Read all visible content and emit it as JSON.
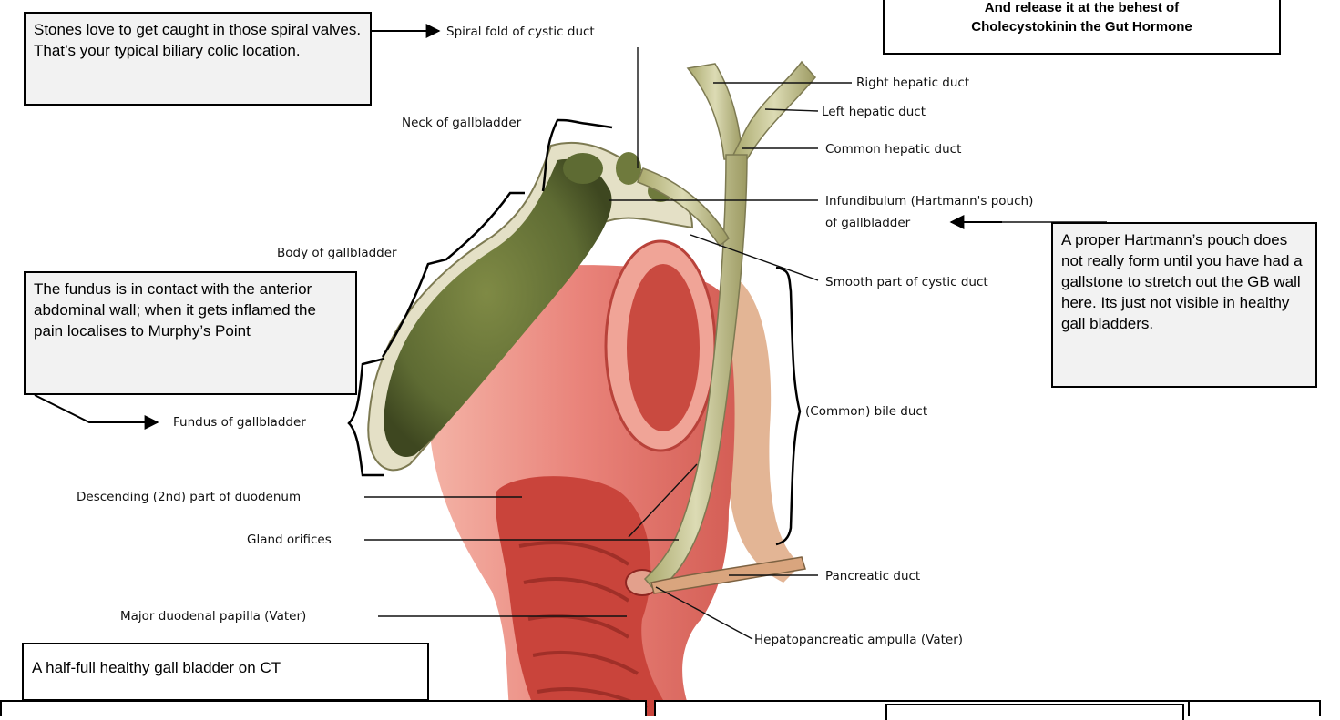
{
  "notes": {
    "top_right_line1": "And release it at the behest of",
    "top_right_line2": "Cholecystokinin the Gut Hormone",
    "spiral_stones": "Stones love to get caught in those spiral valves. That’s your typical biliary colic location.",
    "fundus_contact": "The fundus is in contact with the anterior abdominal wall; when it gets inflamed the pain localises to Murphy’s Point",
    "hartmann_pouch": "A proper Hartmann’s pouch does not really form until you have had a gallstone to stretch out the GB wall here. Its just not visible in healthy gall bladders.",
    "ct_caption": "A half-full healthy gall bladder on CT"
  },
  "labels": {
    "spiral_fold": "Spiral fold of cystic duct",
    "right_hepatic": "Right hepatic duct",
    "left_hepatic": "Left hepatic duct",
    "common_hepatic": "Common hepatic duct",
    "neck": "Neck of gallbladder",
    "infundibulum_1": "Infundibulum (Hartmann's pouch)",
    "infundibulum_2": "of gallbladder",
    "body": "Body of gallbladder",
    "smooth_part": "Smooth part of cystic duct",
    "common_bile": "(Common) bile duct",
    "fundus": "Fundus of gallbladder",
    "descending": "Descending (2nd) part of duodenum",
    "gland_orifices": "Gland orifices",
    "pancreatic_duct": "Pancreatic duct",
    "major_papilla": "Major duodenal papilla (Vater)",
    "hepatopancreatic": "Hepatopancreatic ampulla (Vater)"
  },
  "colors": {
    "gallbladder": "#5e6b33",
    "duodenum_outer": "#e9837a",
    "duodenum_inner": "#c9443b",
    "duct": "#c8c79a",
    "note_bg": "#f2f2f2",
    "ct_arrow": "#22dd22"
  }
}
